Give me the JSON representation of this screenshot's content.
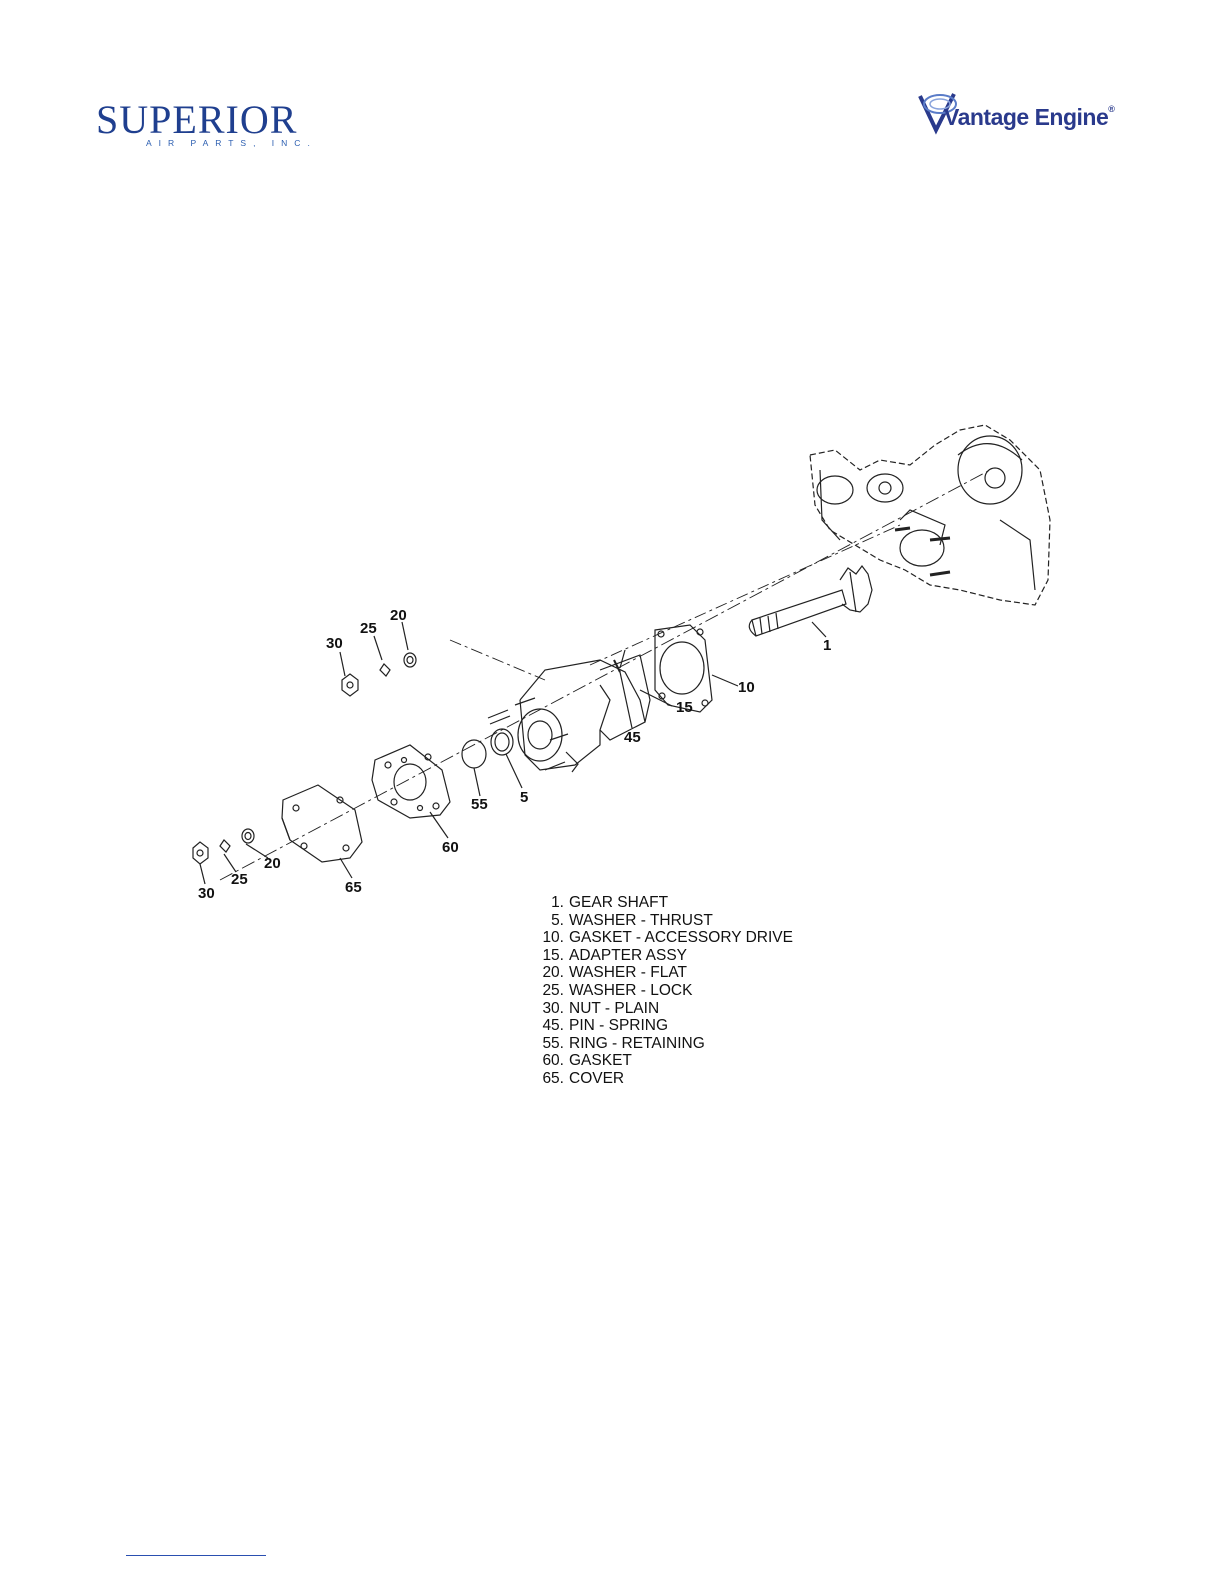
{
  "header": {
    "left_logo": {
      "name": "SUPERIOR",
      "tagline": "AIR PARTS, INC.",
      "color": "#1f3f8f"
    },
    "right_logo": {
      "name": "Vantage Engine",
      "mark": "®",
      "color": "#2a3a8c"
    }
  },
  "callouts": {
    "c1": "1",
    "c5": "5",
    "c10": "10",
    "c15": "15",
    "c20a": "20",
    "c20b": "20",
    "c25a": "25",
    "c25b": "25",
    "c30a": "30",
    "c30b": "30",
    "c45": "45",
    "c55": "55",
    "c60": "60",
    "c65": "65"
  },
  "legend": [
    {
      "num": "1.",
      "desc": "GEAR SHAFT"
    },
    {
      "num": "5.",
      "desc": "WASHER - THRUST"
    },
    {
      "num": "10.",
      "desc": "GASKET - ACCESSORY DRIVE"
    },
    {
      "num": "15.",
      "desc": "ADAPTER ASSY"
    },
    {
      "num": "20.",
      "desc": "WASHER - FLAT"
    },
    {
      "num": "25.",
      "desc": "WASHER - LOCK"
    },
    {
      "num": "30.",
      "desc": "NUT - PLAIN"
    },
    {
      "num": "45.",
      "desc": "PIN - SPRING"
    },
    {
      "num": "55.",
      "desc": "RING - RETAINING"
    },
    {
      "num": "60.",
      "desc": "GASKET"
    },
    {
      "num": "65.",
      "desc": "COVER"
    }
  ]
}
